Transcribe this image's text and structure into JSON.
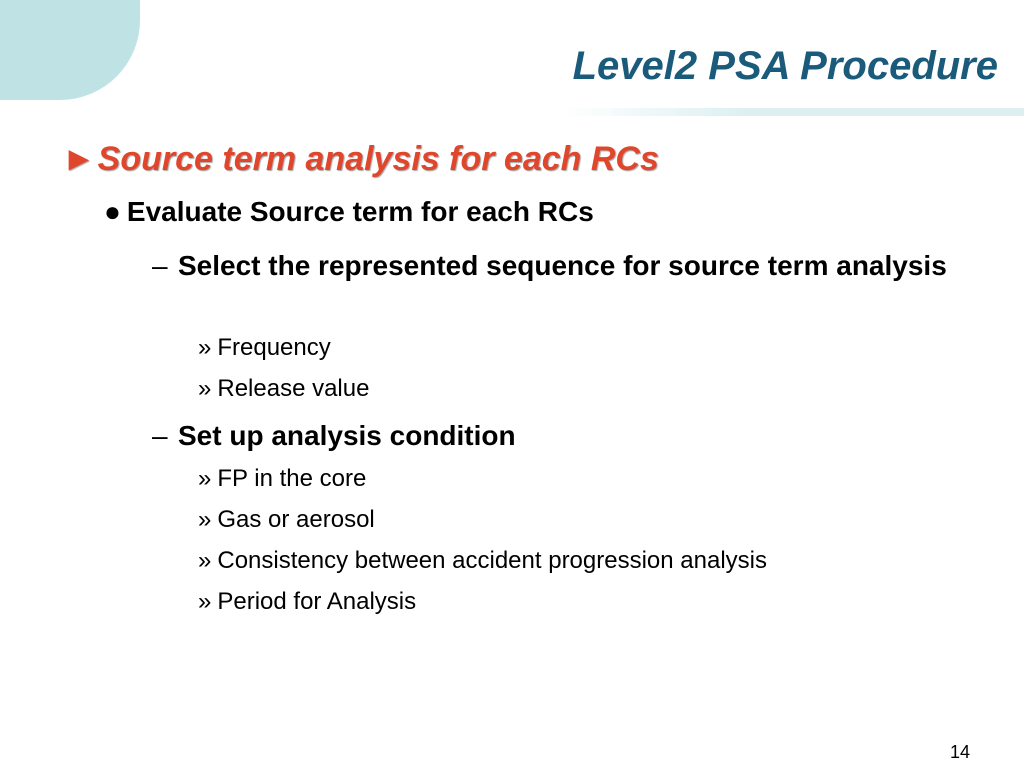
{
  "slide": {
    "title": "Level2 PSA Procedure",
    "page_number": "14"
  },
  "bullets": {
    "level1": {
      "marker": "►",
      "text": "Source term analysis for each RCs"
    },
    "level2": {
      "marker": "●",
      "text": "Evaluate Source term for each RCs"
    },
    "groups": [
      {
        "marker": "–",
        "text": "Select the represented sequence for source term analysis",
        "items": [
          {
            "marker": "»",
            "text": "Frequency"
          },
          {
            "marker": "»",
            "text": "Release value"
          }
        ]
      },
      {
        "marker": "–",
        "text": "Set up analysis condition",
        "items": [
          {
            "marker": "»",
            "text": "FP in the core"
          },
          {
            "marker": "»",
            "text": "Gas or aerosol"
          },
          {
            "marker": "»",
            "text": "Consistency between accident progression analysis"
          },
          {
            "marker": "»",
            "text": "Period for Analysis"
          }
        ]
      }
    ]
  },
  "colors": {
    "title": "#1a5a7a",
    "heading_accent": "#e0462b",
    "decoration": "#bfe3e5"
  }
}
